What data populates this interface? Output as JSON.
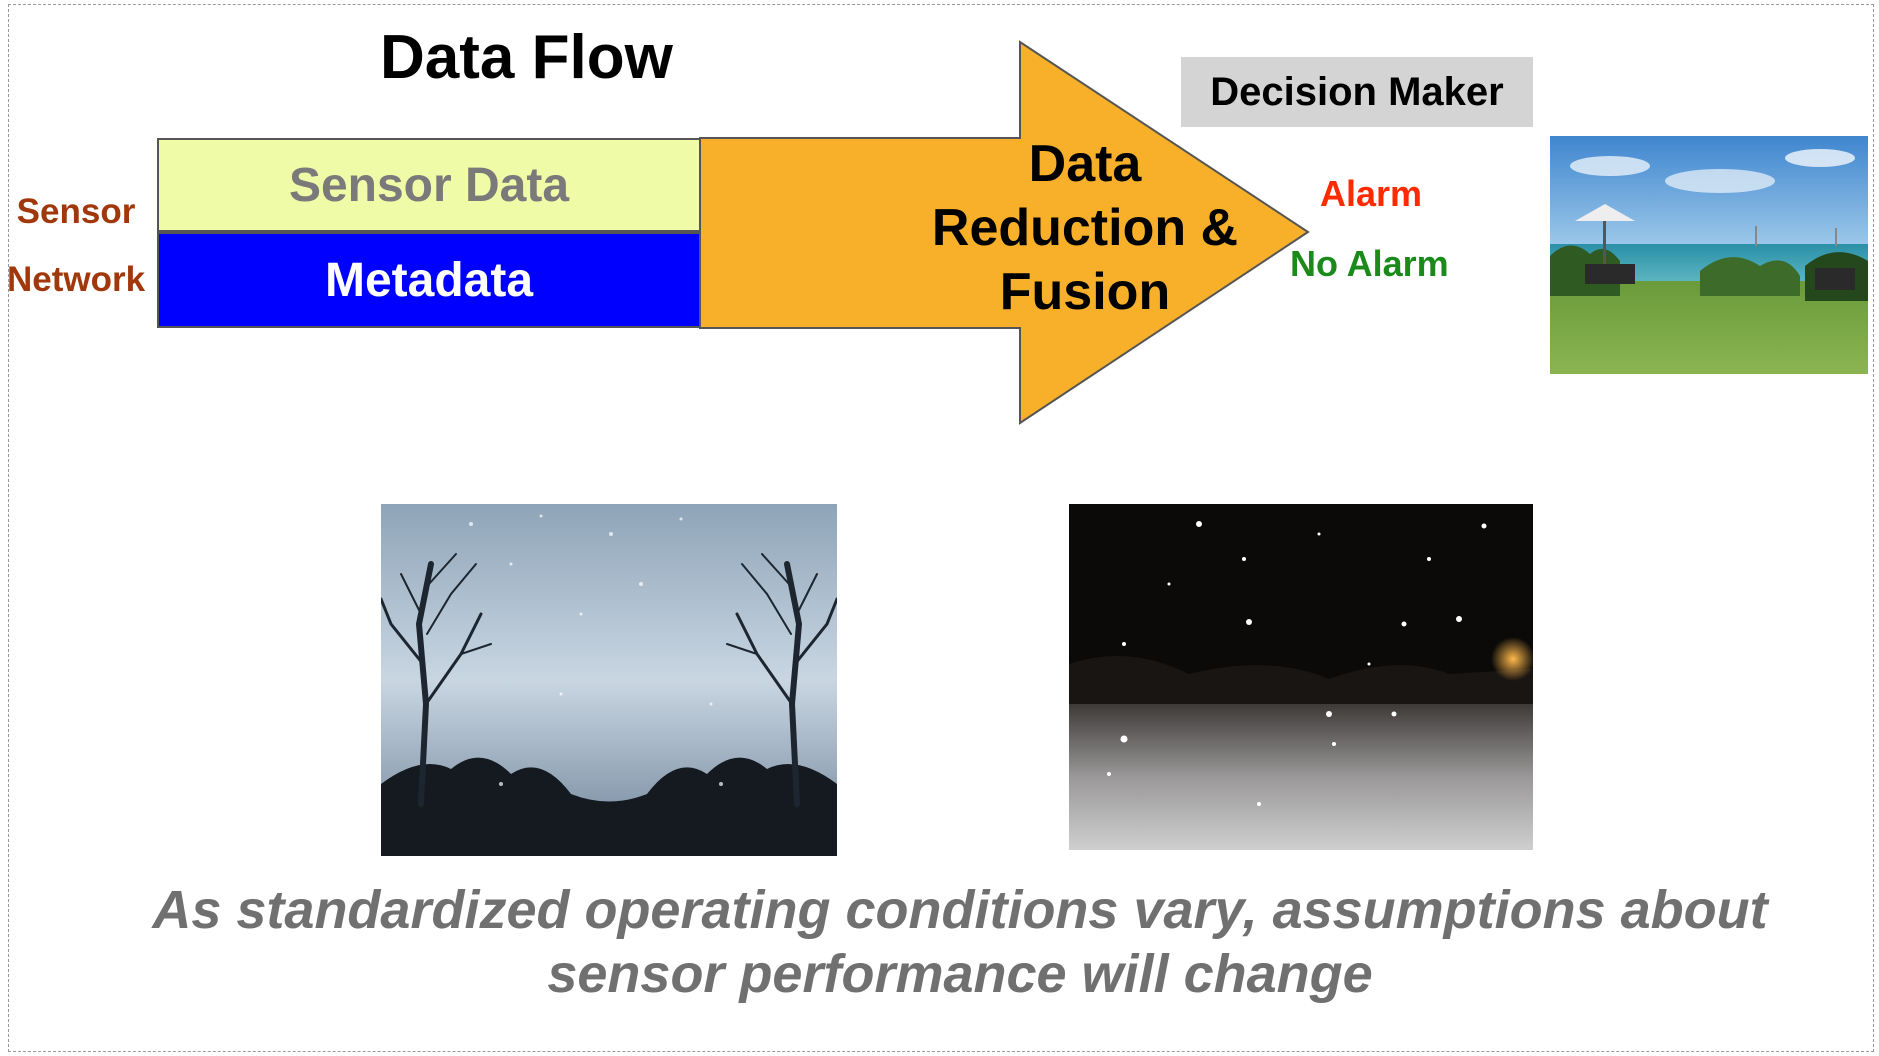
{
  "title": "Data Flow",
  "sensor_network": {
    "line1": "Sensor",
    "line2": "Network",
    "color": "#a0380b"
  },
  "boxes": {
    "sensor_data": "Sensor Data",
    "metadata": "Metadata"
  },
  "fusion": {
    "line1": "Data",
    "line2": "Reduction &",
    "line3": "Fusion",
    "arrow_color": "#f8b02a"
  },
  "decision_maker": "Decision Maker",
  "outputs": {
    "alarm": "Alarm",
    "no_alarm": "No Alarm",
    "alarm_color": "#ff2a00",
    "no_alarm_color": "#1a8a1a"
  },
  "photos": [
    "beach-scene",
    "foggy-winter-trees",
    "night-snowfall"
  ],
  "caption": {
    "line1": "As standardized operating conditions vary, assumptions about",
    "line2": "sensor performance will change"
  }
}
